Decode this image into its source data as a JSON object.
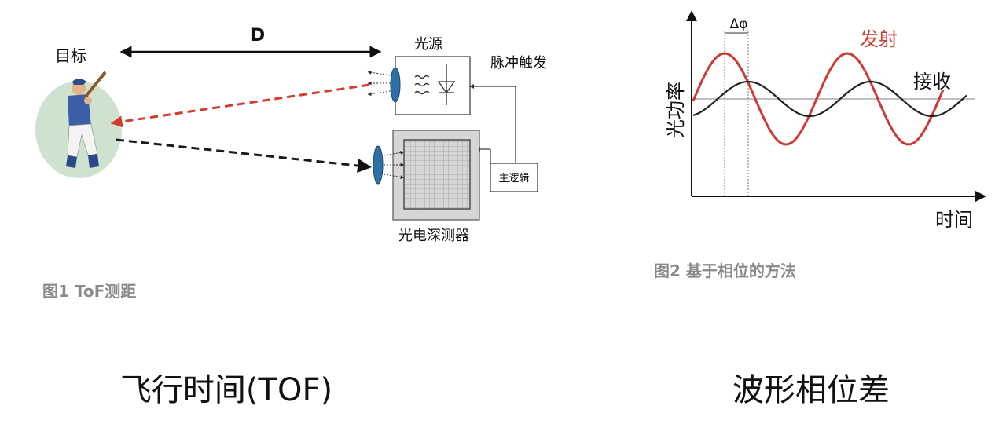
{
  "fig1": {
    "target_label": "目标",
    "distance_label": "D",
    "light_source_label": "光源",
    "pulse_trigger_label": "脉冲触发",
    "main_logic_label": "主逻辑",
    "detector_label": "光电深测器",
    "caption": "图1  ToF测距",
    "colors": {
      "emitted": "#d23a2e",
      "received": "#1a1a1a",
      "lens": "#2e6fa6",
      "target_bg": "#cfe2cf"
    }
  },
  "fig2": {
    "delta_phi_label": "Δφ",
    "emit_label": "发射",
    "receive_label": "接收",
    "ylabel": "光功率",
    "xlabel": "时间",
    "caption": "图2  基于相位的方法",
    "colors": {
      "emit": "#cc3a33",
      "receive": "#222222",
      "baseline": "#999999"
    }
  },
  "bottom": {
    "left_caption": "飞行时间(TOF)",
    "right_caption": "波形相位差"
  }
}
